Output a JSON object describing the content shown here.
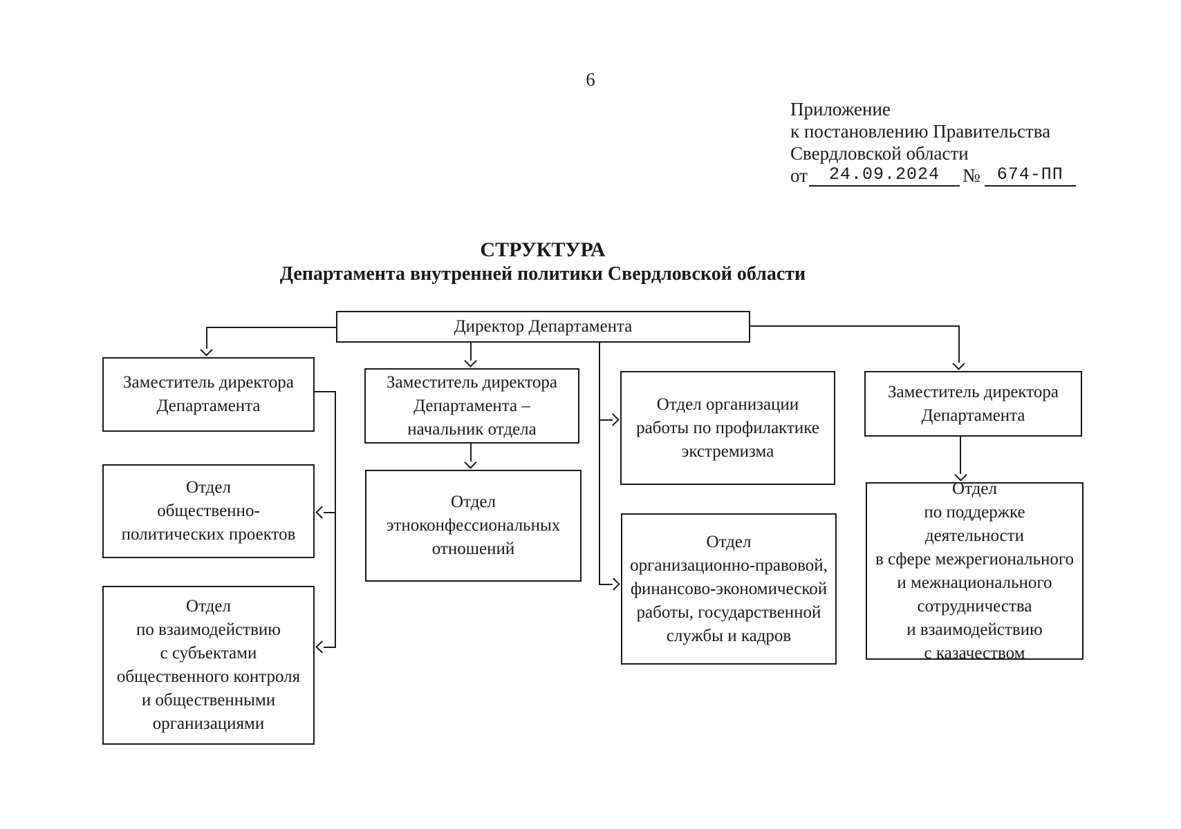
{
  "page": {
    "number": "6"
  },
  "appendix": {
    "line1": "Приложение",
    "line2": "к постановлению Правительства",
    "line3": "Свердловской области",
    "from_label": "от",
    "date": "24.09.2024",
    "number_sign": "№",
    "doc_number": "674-ПП"
  },
  "title": {
    "line1": "СТРУКТУРА",
    "line2": "Департамента внутренней политики Свердловской области"
  },
  "org": {
    "boxes": {
      "director": "Директор Департамента",
      "deputy_left": [
        "Заместитель директора",
        "Департамента"
      ],
      "dept_social_political": [
        "Отдел",
        "общественно-",
        "политических проектов"
      ],
      "dept_public_control": [
        "Отдел",
        "по взаимодействию",
        "с субъектами",
        "общественного контроля",
        "и общественными",
        "организациями"
      ],
      "deputy_head_of_dept": [
        "Заместитель директора",
        "Департамента –",
        "начальник отдела"
      ],
      "dept_ethno": [
        "Отдел",
        "этноконфессиональных",
        "отношений"
      ],
      "dept_extremism": [
        "Отдел организации",
        "работы по профилактике",
        "экстремизма"
      ],
      "dept_org_legal": [
        "Отдел",
        "организационно-правовой,",
        "финансово-экономической",
        "работы, государственной",
        "службы и кадров"
      ],
      "deputy_right": [
        "Заместитель директора",
        "Департамента"
      ],
      "dept_cossacks": [
        "Отдел",
        "по поддержке",
        "деятельности",
        "в сфере межрегионального",
        "и межнационального",
        "сотрудничества",
        "и взаимодействию",
        "с казачеством"
      ]
    },
    "line_color": "#1a1a1a"
  }
}
